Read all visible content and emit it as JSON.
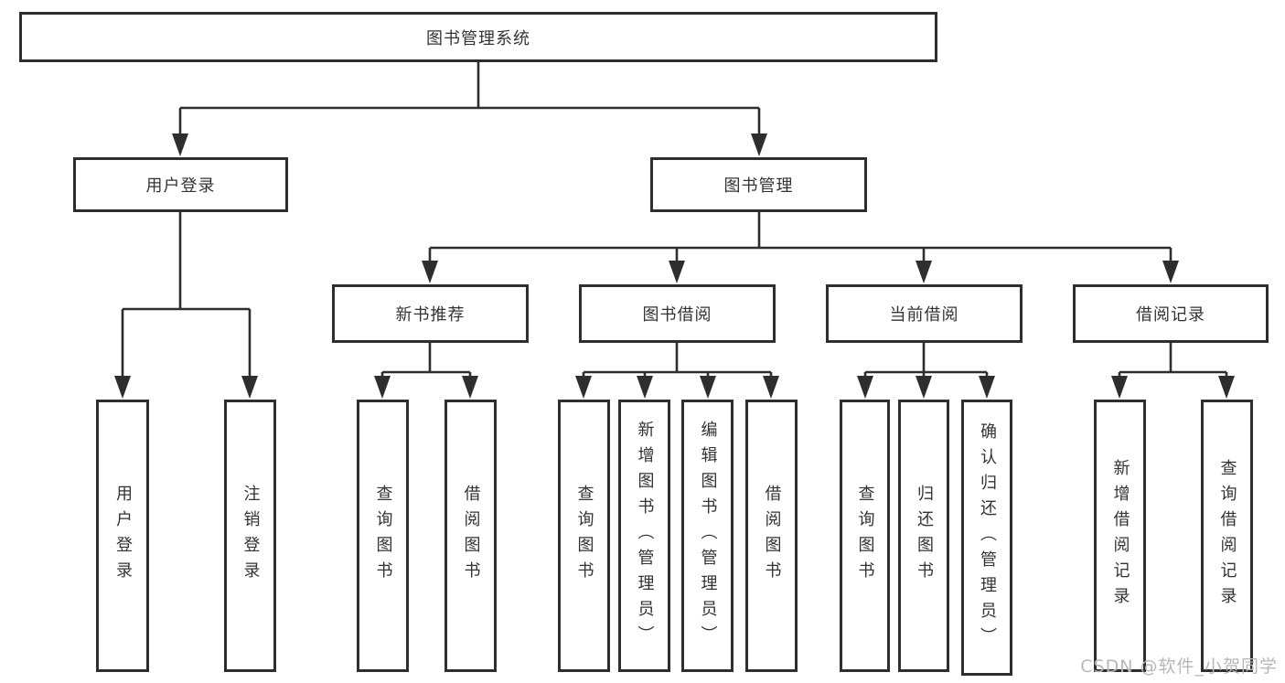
{
  "diagram": {
    "title": "图书管理系统",
    "type": "hierarchy-tree",
    "colors": {
      "line": "#2e2e2e",
      "box_border": "#2e2e2e",
      "box_fill": "#ffffff",
      "text": "#333333",
      "background": "#ffffff",
      "watermark": "#b7b7b7"
    }
  },
  "nodes": {
    "root": "图书管理系统",
    "user_login": "用户登录",
    "book_management": "图书管理",
    "new_book_recommend": "新书推荐",
    "book_borrowing": "图书借阅",
    "current_borrowing": "当前借阅",
    "borrowing_records": "借阅记录",
    "leaf_user_login": "用户登录",
    "leaf_logout": "注销登录",
    "leaf_nbr_query_books": "查询图书",
    "leaf_nbr_borrow_books": "借阅图书",
    "leaf_bb_query_books": "查询图书",
    "leaf_bb_add_books": "新增图书（管理员）",
    "leaf_bb_edit_books": "编辑图书（管理员）",
    "leaf_bb_borrow_books": "借阅图书",
    "leaf_cb_query_books": "查询图书",
    "leaf_cb_return_books": "归还图书",
    "leaf_cb_confirm_return": "确认归还（管理员）",
    "leaf_br_add_record": "新增借阅记录",
    "leaf_br_query_record": "查询借阅记录"
  },
  "watermark": "CSDN @软件_小贺同学"
}
